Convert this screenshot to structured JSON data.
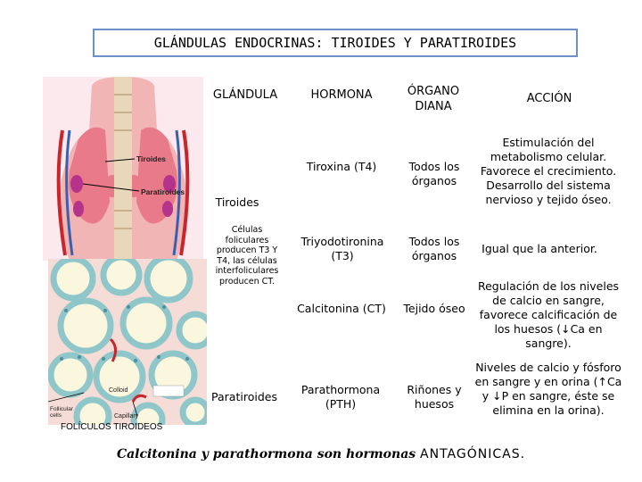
{
  "title": "GLÁNDULAS ENDOCRINAS: TIROIDES Y PARATIROIDES",
  "headers": {
    "gland": "GLÁNDULA",
    "hormone": "HORMONA",
    "target": "ÓRGANO DIANA",
    "action": "ACCIÓN"
  },
  "rows": {
    "tiroides_label": "Tiroides",
    "tiroides_note": "Células foliculares producen T3 Y T4, las células interfoliculares producen CT.",
    "r1": {
      "hormone": "Tiroxina (T4)",
      "target": "Todos los órganos",
      "action": "Estimulación del metabolismo celular. Favorece el crecimiento. Desarrollo del sistema nervioso y tejido óseo."
    },
    "r2": {
      "hormone": "Triyodotironina (T3)",
      "target": "Todos los órganos",
      "action": "Igual que la anterior."
    },
    "r3": {
      "hormone": "Calcitonina (CT)",
      "target": "Tejido óseo",
      "action": "Regulación de los niveles de calcio en sangre, favorece calcificación de los huesos (↓Ca en sangre)."
    },
    "r4": {
      "gland": "Paratiroides",
      "hormone": "Parathormona (PTH)",
      "target": "Riñones y huesos",
      "action": "Niveles de calcio y fósforo en sangre y en orina (↑Ca y ↓P en sangre, éste se elimina en la orina)."
    }
  },
  "illustration": {
    "label_tiroides": "Tiroides",
    "label_paratiroides": "Paratiroides",
    "label_follicular": "Follicular cells",
    "label_colloid": "Colloid",
    "label_capillary": "Capillary",
    "caption": "FOLÍCULOS TIROIDEOS"
  },
  "footer": {
    "part1": "Calcitonina y parathormona son hormonas",
    "part2": "ANTAGÓNICAS."
  }
}
